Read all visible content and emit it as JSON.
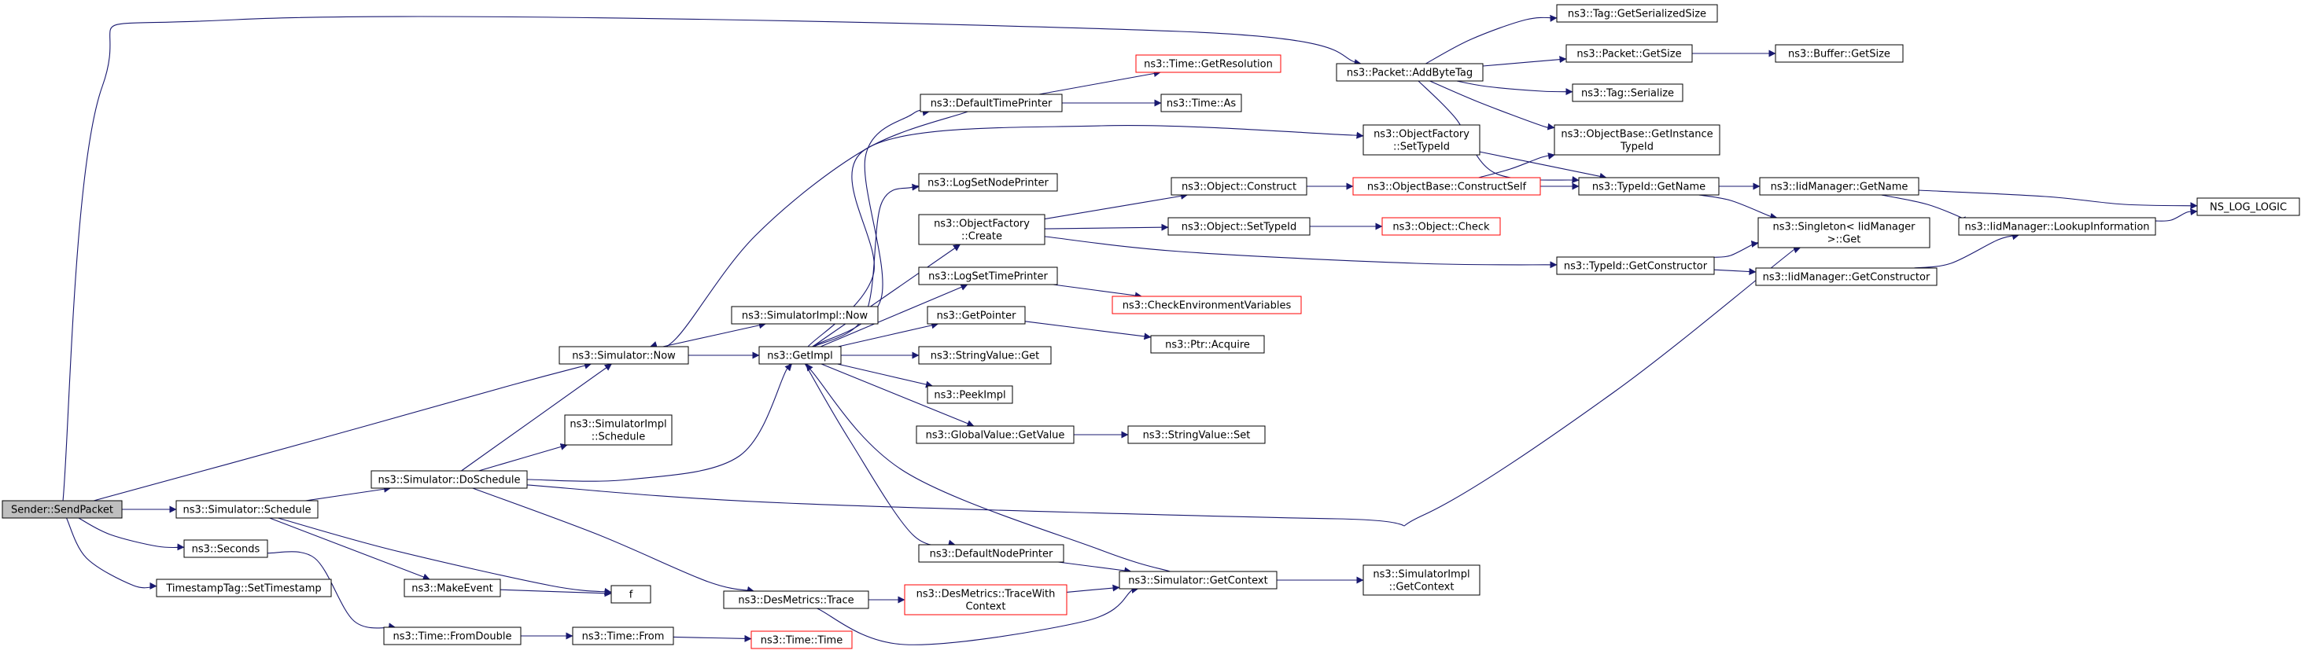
{
  "colors": {
    "edge": "#191970",
    "node_border": "#000000",
    "node_border_truncated": "#ff0000",
    "node_fill": "#ffffff",
    "root_fill": "#bfbfbf"
  },
  "nodes": [
    {
      "id": "send_packet",
      "lines": [
        "Sender::SendPacket"
      ],
      "root": true,
      "truncated": false
    },
    {
      "id": "schedule",
      "lines": [
        "ns3::Simulator::Schedule"
      ],
      "root": false,
      "truncated": false
    },
    {
      "id": "seconds",
      "lines": [
        "ns3::Seconds"
      ],
      "root": false,
      "truncated": false
    },
    {
      "id": "set_timestamp",
      "lines": [
        "TimestampTag::SetTimestamp"
      ],
      "root": false,
      "truncated": false
    },
    {
      "id": "do_schedule",
      "lines": [
        "ns3::Simulator::DoSchedule"
      ],
      "root": false,
      "truncated": false
    },
    {
      "id": "make_event",
      "lines": [
        "ns3::MakeEvent"
      ],
      "root": false,
      "truncated": false
    },
    {
      "id": "from_double",
      "lines": [
        "ns3::Time::FromDouble"
      ],
      "root": false,
      "truncated": false
    },
    {
      "id": "sim_now",
      "lines": [
        "ns3::Simulator::Now"
      ],
      "root": false,
      "truncated": false
    },
    {
      "id": "simimpl_now",
      "lines": [
        "ns3::SimulatorImpl::Now"
      ],
      "root": false,
      "truncated": false
    },
    {
      "id": "simimpl_schedule",
      "lines": [
        "ns3::SimulatorImpl",
        "::Schedule"
      ],
      "root": false,
      "truncated": false
    },
    {
      "id": "get_impl",
      "lines": [
        "ns3::GetImpl"
      ],
      "root": false,
      "truncated": false
    },
    {
      "id": "des_trace",
      "lines": [
        "ns3::DesMetrics::Trace"
      ],
      "root": false,
      "truncated": false
    },
    {
      "id": "time_from",
      "lines": [
        "ns3::Time::From"
      ],
      "root": false,
      "truncated": false
    },
    {
      "id": "f",
      "lines": [
        "f"
      ],
      "root": false,
      "truncated": false
    },
    {
      "id": "default_time_printer",
      "lines": [
        "ns3::DefaultTimePrinter"
      ],
      "root": false,
      "truncated": false
    },
    {
      "id": "log_set_node_printer",
      "lines": [
        "ns3::LogSetNodePrinter"
      ],
      "root": false,
      "truncated": false
    },
    {
      "id": "objfactory_create",
      "lines": [
        "ns3::ObjectFactory",
        "::Create"
      ],
      "root": false,
      "truncated": false
    },
    {
      "id": "log_set_time_printer",
      "lines": [
        "ns3::LogSetTimePrinter"
      ],
      "root": false,
      "truncated": false
    },
    {
      "id": "get_pointer",
      "lines": [
        "ns3::GetPointer"
      ],
      "root": false,
      "truncated": false
    },
    {
      "id": "stringvalue_get",
      "lines": [
        "ns3::StringValue::Get"
      ],
      "root": false,
      "truncated": false
    },
    {
      "id": "peek_impl",
      "lines": [
        "ns3::PeekImpl"
      ],
      "root": false,
      "truncated": false
    },
    {
      "id": "globalvalue_getvalue",
      "lines": [
        "ns3::GlobalValue::GetValue"
      ],
      "root": false,
      "truncated": false
    },
    {
      "id": "default_node_printer",
      "lines": [
        "ns3::DefaultNodePrinter"
      ],
      "root": false,
      "truncated": false
    },
    {
      "id": "trace_with_context",
      "lines": [
        "ns3::DesMetrics::TraceWith",
        "Context"
      ],
      "root": false,
      "truncated": true
    },
    {
      "id": "time_time",
      "lines": [
        "ns3::Time::Time"
      ],
      "root": false,
      "truncated": true
    },
    {
      "id": "time_get_resolution",
      "lines": [
        "ns3::Time::GetResolution"
      ],
      "root": false,
      "truncated": true
    },
    {
      "id": "time_as",
      "lines": [
        "ns3::Time::As"
      ],
      "root": false,
      "truncated": false
    },
    {
      "id": "object_construct",
      "lines": [
        "ns3::Object::Construct"
      ],
      "root": false,
      "truncated": false
    },
    {
      "id": "object_set_type_id",
      "lines": [
        "ns3::Object::SetTypeId"
      ],
      "root": false,
      "truncated": false
    },
    {
      "id": "check_env_vars",
      "lines": [
        "ns3::CheckEnvironmentVariables"
      ],
      "root": false,
      "truncated": true
    },
    {
      "id": "ptr_acquire",
      "lines": [
        "ns3::Ptr::Acquire"
      ],
      "root": false,
      "truncated": false
    },
    {
      "id": "stringvalue_set",
      "lines": [
        "ns3::StringValue::Set"
      ],
      "root": false,
      "truncated": false
    },
    {
      "id": "sim_get_context",
      "lines": [
        "ns3::Simulator::GetContext"
      ],
      "root": false,
      "truncated": false
    },
    {
      "id": "objbase_construct_self",
      "lines": [
        "ns3::ObjectBase::ConstructSelf"
      ],
      "root": false,
      "truncated": true
    },
    {
      "id": "object_check",
      "lines": [
        "ns3::Object::Check"
      ],
      "root": false,
      "truncated": true
    },
    {
      "id": "packet_add_byte_tag",
      "lines": [
        "ns3::Packet::AddByteTag"
      ],
      "root": false,
      "truncated": false
    },
    {
      "id": "objfactory_set_type_id",
      "lines": [
        "ns3::ObjectFactory",
        "::SetTypeId"
      ],
      "root": false,
      "truncated": false
    },
    {
      "id": "simimpl_get_context",
      "lines": [
        "ns3::SimulatorImpl",
        "::GetContext"
      ],
      "root": false,
      "truncated": false
    },
    {
      "id": "tag_get_serialized_size",
      "lines": [
        "ns3::Tag::GetSerializedSize"
      ],
      "root": false,
      "truncated": false
    },
    {
      "id": "packet_get_size",
      "lines": [
        "ns3::Packet::GetSize"
      ],
      "root": false,
      "truncated": false
    },
    {
      "id": "tag_serialize",
      "lines": [
        "ns3::Tag::Serialize"
      ],
      "root": false,
      "truncated": false
    },
    {
      "id": "objbase_get_instance_type_id",
      "lines": [
        "ns3::ObjectBase::GetInstance",
        "TypeId"
      ],
      "root": false,
      "truncated": false
    },
    {
      "id": "typeid_get_name",
      "lines": [
        "ns3::TypeId::GetName"
      ],
      "root": false,
      "truncated": false
    },
    {
      "id": "typeid_get_constructor",
      "lines": [
        "ns3::TypeId::GetConstructor"
      ],
      "root": false,
      "truncated": false
    },
    {
      "id": "singleton_get",
      "lines": [
        "ns3::Singleton< IidManager",
        " >::Get"
      ],
      "root": false,
      "truncated": false
    },
    {
      "id": "iidmanager_get_constructor",
      "lines": [
        "ns3::IidManager::GetConstructor"
      ],
      "root": false,
      "truncated": false
    },
    {
      "id": "buffer_get_size",
      "lines": [
        "ns3::Buffer::GetSize"
      ],
      "root": false,
      "truncated": false
    },
    {
      "id": "iidmanager_get_name",
      "lines": [
        "ns3::IidManager::GetName"
      ],
      "root": false,
      "truncated": false
    },
    {
      "id": "iidmanager_lookup_information",
      "lines": [
        "ns3::IidManager::LookupInformation"
      ],
      "root": false,
      "truncated": false
    },
    {
      "id": "ns_log_logic",
      "lines": [
        "NS_LOG_LOGIC"
      ],
      "root": false,
      "truncated": false
    }
  ],
  "edges": [
    {
      "from": "send_packet",
      "to": "schedule"
    },
    {
      "from": "send_packet",
      "to": "sim_now"
    },
    {
      "from": "send_packet",
      "to": "seconds"
    },
    {
      "from": "send_packet",
      "to": "set_timestamp"
    },
    {
      "from": "send_packet",
      "to": "packet_add_byte_tag"
    },
    {
      "from": "schedule",
      "to": "do_schedule"
    },
    {
      "from": "schedule",
      "to": "make_event"
    },
    {
      "from": "schedule",
      "to": "f"
    },
    {
      "from": "seconds",
      "to": "from_double"
    },
    {
      "from": "do_schedule",
      "to": "sim_now"
    },
    {
      "from": "do_schedule",
      "to": "simimpl_schedule"
    },
    {
      "from": "do_schedule",
      "to": "get_impl"
    },
    {
      "from": "do_schedule",
      "to": "des_trace"
    },
    {
      "from": "do_schedule",
      "to": "singleton_get"
    },
    {
      "from": "make_event",
      "to": "f"
    },
    {
      "from": "from_double",
      "to": "time_from"
    },
    {
      "from": "time_from",
      "to": "time_time"
    },
    {
      "from": "sim_now",
      "to": "simimpl_now"
    },
    {
      "from": "sim_now",
      "to": "get_impl"
    },
    {
      "from": "default_time_printer",
      "to": "sim_now"
    },
    {
      "from": "default_time_printer",
      "to": "time_get_resolution"
    },
    {
      "from": "default_time_printer",
      "to": "time_as"
    },
    {
      "from": "get_impl",
      "to": "default_time_printer"
    },
    {
      "from": "get_impl",
      "to": "objfactory_set_type_id"
    },
    {
      "from": "get_impl",
      "to": "log_set_node_printer"
    },
    {
      "from": "get_impl",
      "to": "objfactory_create"
    },
    {
      "from": "get_impl",
      "to": "log_set_time_printer"
    },
    {
      "from": "get_impl",
      "to": "get_pointer"
    },
    {
      "from": "get_impl",
      "to": "stringvalue_get"
    },
    {
      "from": "get_impl",
      "to": "peek_impl"
    },
    {
      "from": "get_impl",
      "to": "globalvalue_getvalue"
    },
    {
      "from": "get_impl",
      "to": "default_node_printer"
    },
    {
      "from": "sim_get_context",
      "to": "get_impl"
    },
    {
      "from": "objfactory_create",
      "to": "object_construct"
    },
    {
      "from": "objfactory_create",
      "to": "object_set_type_id"
    },
    {
      "from": "objfactory_create",
      "to": "typeid_get_constructor"
    },
    {
      "from": "object_construct",
      "to": "objbase_construct_self"
    },
    {
      "from": "objbase_construct_self",
      "to": "typeid_get_name"
    },
    {
      "from": "objbase_construct_self",
      "to": "objbase_get_instance_type_id"
    },
    {
      "from": "object_set_type_id",
      "to": "object_check"
    },
    {
      "from": "log_set_time_printer",
      "to": "check_env_vars"
    },
    {
      "from": "get_pointer",
      "to": "ptr_acquire"
    },
    {
      "from": "globalvalue_getvalue",
      "to": "stringvalue_set"
    },
    {
      "from": "default_node_printer",
      "to": "sim_get_context"
    },
    {
      "from": "des_trace",
      "to": "trace_with_context"
    },
    {
      "from": "des_trace",
      "to": "sim_get_context"
    },
    {
      "from": "trace_with_context",
      "to": "sim_get_context"
    },
    {
      "from": "sim_get_context",
      "to": "simimpl_get_context"
    },
    {
      "from": "objfactory_set_type_id",
      "to": "typeid_get_name"
    },
    {
      "from": "packet_add_byte_tag",
      "to": "tag_get_serialized_size"
    },
    {
      "from": "packet_add_byte_tag",
      "to": "packet_get_size"
    },
    {
      "from": "packet_add_byte_tag",
      "to": "tag_serialize"
    },
    {
      "from": "packet_add_byte_tag",
      "to": "objbase_get_instance_type_id"
    },
    {
      "from": "packet_add_byte_tag",
      "to": "typeid_get_name"
    },
    {
      "from": "packet_get_size",
      "to": "buffer_get_size"
    },
    {
      "from": "typeid_get_name",
      "to": "iidmanager_get_name"
    },
    {
      "from": "typeid_get_name",
      "to": "singleton_get"
    },
    {
      "from": "typeid_get_constructor",
      "to": "singleton_get"
    },
    {
      "from": "typeid_get_constructor",
      "to": "iidmanager_get_constructor"
    },
    {
      "from": "iidmanager_get_name",
      "to": "iidmanager_lookup_information"
    },
    {
      "from": "iidmanager_get_name",
      "to": "ns_log_logic"
    },
    {
      "from": "iidmanager_get_constructor",
      "to": "iidmanager_lookup_information"
    },
    {
      "from": "iidmanager_lookup_information",
      "to": "ns_log_logic"
    }
  ]
}
